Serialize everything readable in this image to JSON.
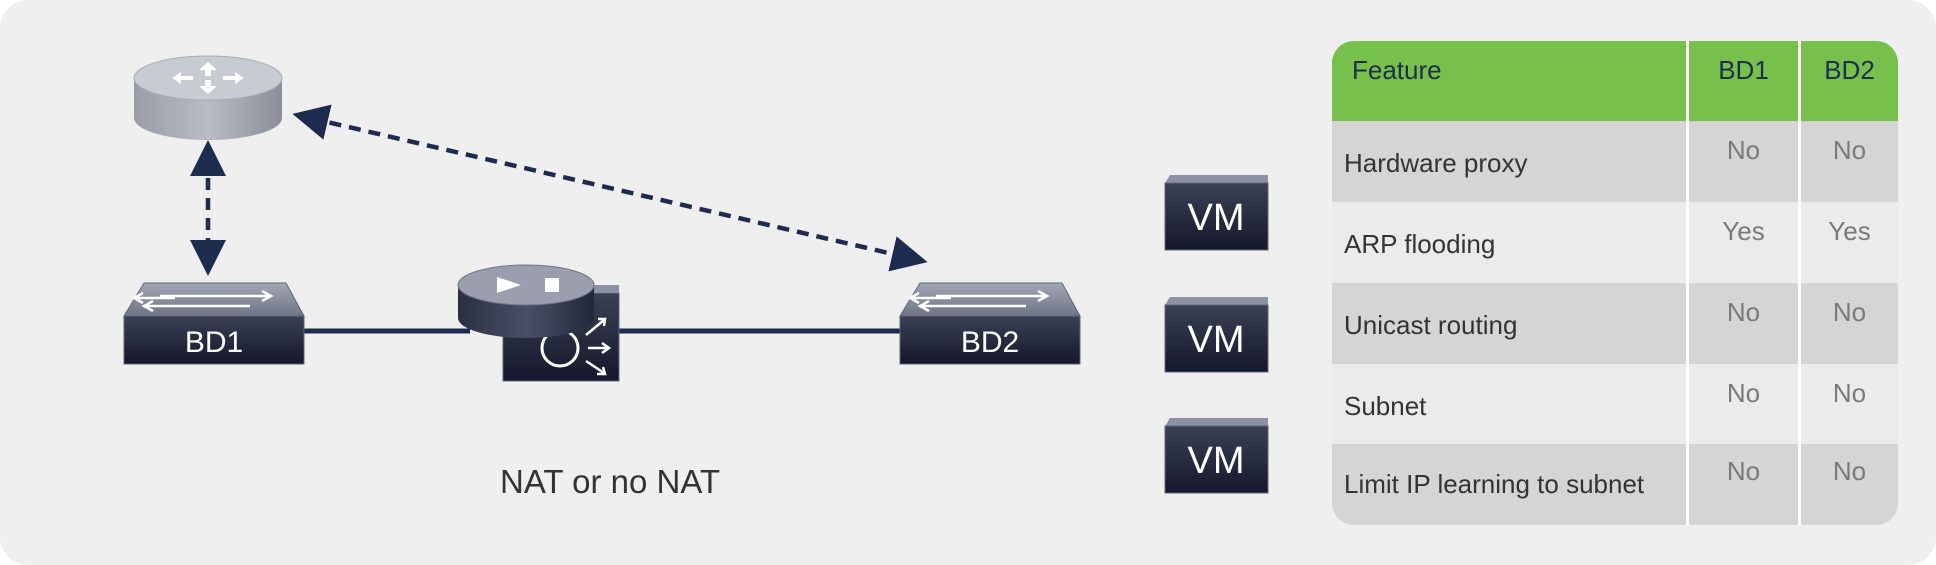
{
  "diagram": {
    "switch_left_label": "BD1",
    "switch_right_label": "BD2",
    "vm_labels": [
      "VM",
      "VM",
      "VM"
    ],
    "caption": "NAT or no NAT",
    "colors": {
      "background": "#efefef",
      "link": "#1c2b4e",
      "device_dark": "#1e2233",
      "device_top": "#8d92a3"
    },
    "icons": [
      "router-icon",
      "switch-icon",
      "load-balancer-icon",
      "vm-icon"
    ]
  },
  "table": {
    "header_color": "#77c04b",
    "headers": {
      "feature": "Feature",
      "bd1": "BD1",
      "bd2": "BD2"
    },
    "rows": [
      {
        "feature": "Hardware proxy",
        "bd1": "No",
        "bd2": "No"
      },
      {
        "feature": "ARP flooding",
        "bd1": "Yes",
        "bd2": "Yes"
      },
      {
        "feature": "Unicast routing",
        "bd1": "No",
        "bd2": "No"
      },
      {
        "feature": "Subnet",
        "bd1": "No",
        "bd2": "No"
      },
      {
        "feature": "Limit IP learning to subnet",
        "bd1": "No",
        "bd2": "No"
      }
    ]
  }
}
